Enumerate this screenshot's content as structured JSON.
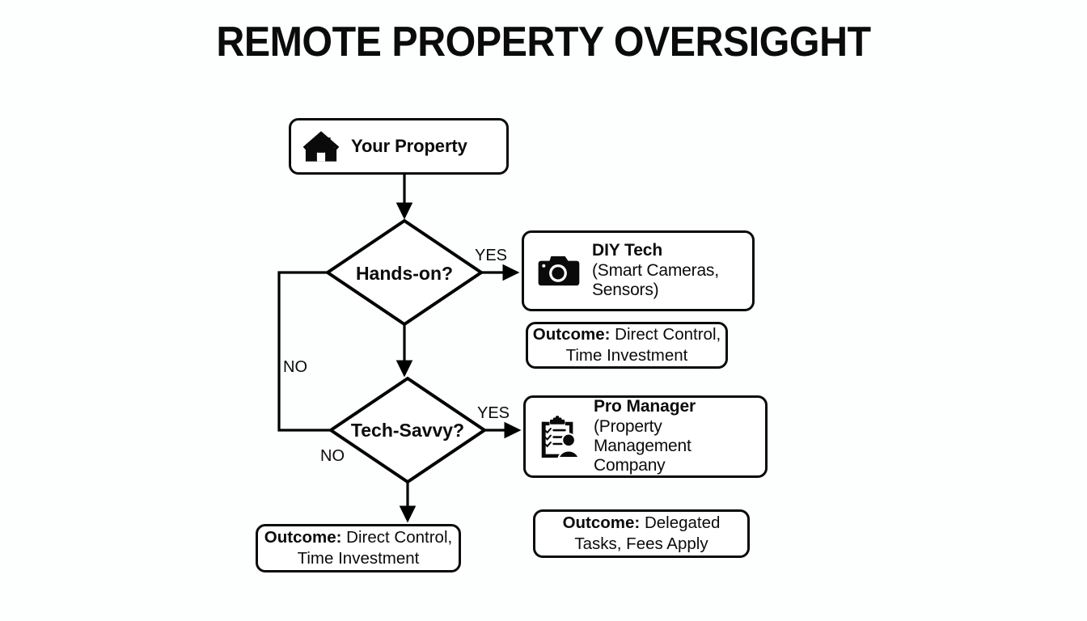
{
  "page": {
    "title": "REMOTE PROPERTY OVERSIGGHT",
    "background_color": "#fdfefe",
    "ink_color": "#0b0b0b"
  },
  "diagram": {
    "type": "flowchart",
    "nodes": {
      "start": {
        "id": "your-property",
        "shape": "rounded-rect",
        "label": "Your Property",
        "icon": "house-icon"
      },
      "decision1": {
        "id": "hands-on",
        "shape": "diamond",
        "label": "Hands-on?"
      },
      "decision2": {
        "id": "tech-savvy",
        "shape": "diamond",
        "label": "Tech-Savvy?"
      },
      "diy": {
        "id": "diy-tech",
        "shape": "rounded-rect",
        "icon": "camera-icon",
        "title": "DIY Tech",
        "subtitle_line1": "(Smart Cameras,",
        "subtitle_line2": "Sensors)"
      },
      "pro": {
        "id": "pro-manager",
        "shape": "rounded-rect",
        "icon": "clipboard-person-icon",
        "title": "Pro Manager",
        "subtitle_line1": "(Property Management",
        "subtitle_line2": "Company"
      },
      "outcome_diy": {
        "id": "outcome-diy",
        "shape": "rounded-rect",
        "prefix": "Outcome:",
        "line1": " Direct Control,",
        "line2": "Time Investment"
      },
      "outcome_pro": {
        "id": "outcome-pro",
        "shape": "rounded-rect",
        "prefix": "Outcome:",
        "line1": " Delegated",
        "line2": "Tasks, Fees Apply"
      },
      "outcome_bottom": {
        "id": "outcome-bottom",
        "shape": "rounded-rect",
        "prefix": "Outcome:",
        "line1": " Direct Control,",
        "line2": "Time Investment"
      }
    },
    "edges": [
      {
        "from": "your-property",
        "to": "hands-on",
        "label": ""
      },
      {
        "from": "hands-on",
        "to": "diy-tech",
        "label": "YES"
      },
      {
        "from": "hands-on",
        "to": "tech-savvy",
        "label": "NO"
      },
      {
        "from": "hands-on",
        "to": "tech-savvy",
        "label": ""
      },
      {
        "from": "tech-savvy",
        "to": "pro-manager",
        "label": "YES"
      },
      {
        "from": "tech-savvy",
        "to": "outcome-bottom",
        "label": "NO"
      }
    ],
    "edge_labels": {
      "yes_handson": "YES",
      "yes_techsavvy": "YES",
      "no_handson": "NO",
      "no_techsavvy": "NO"
    }
  }
}
